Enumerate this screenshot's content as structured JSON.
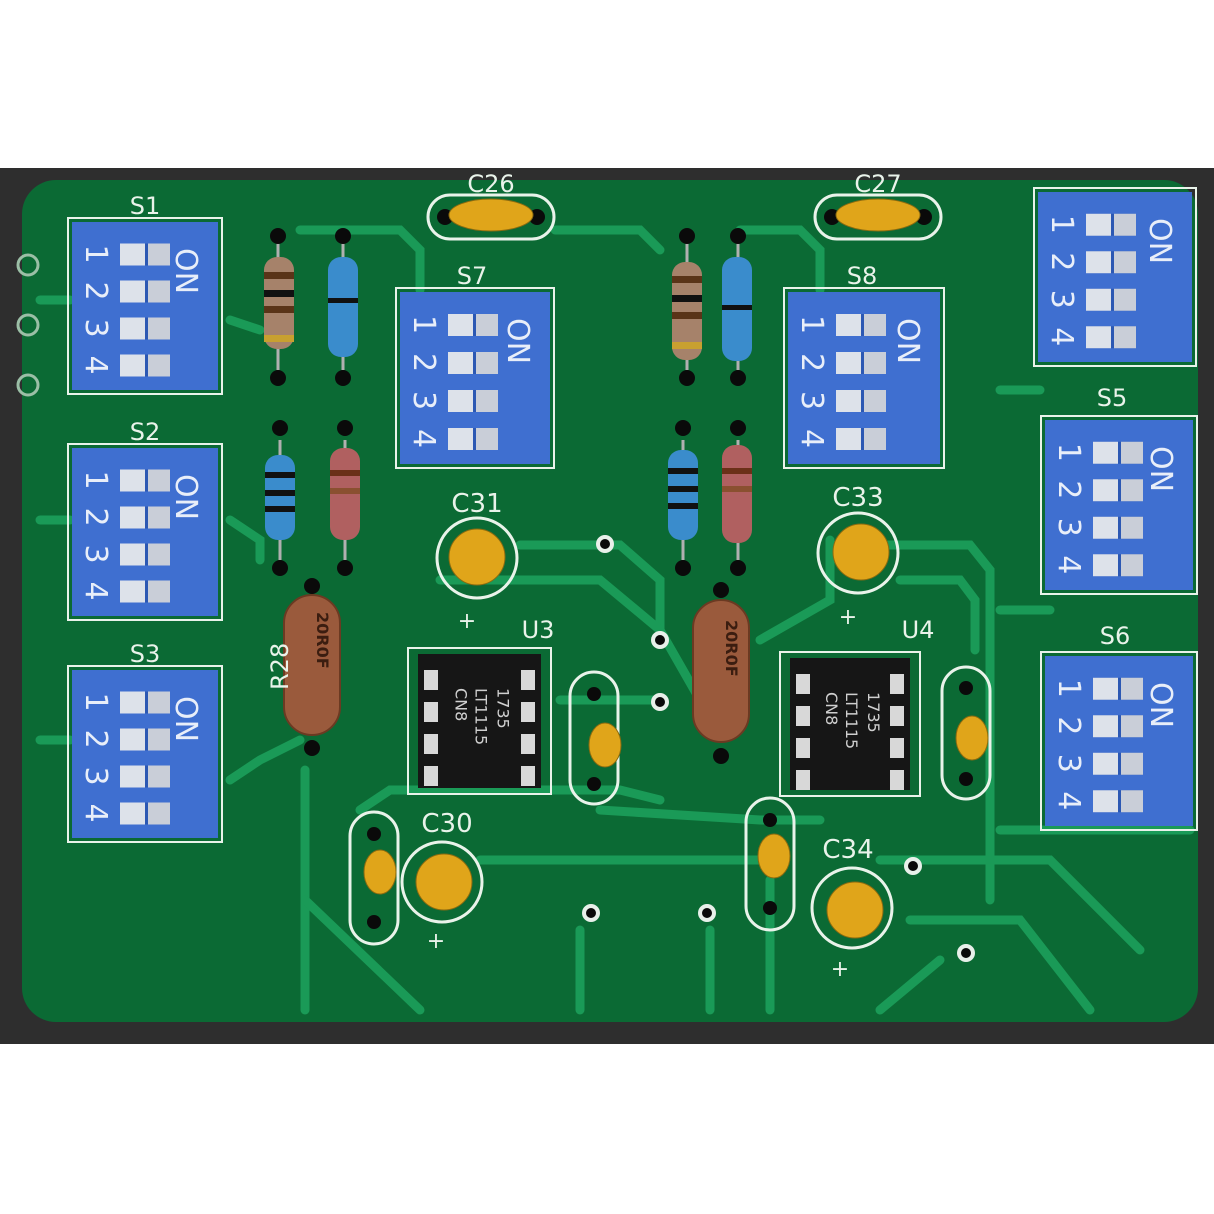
{
  "colors": {
    "enclosure": "#2e2e2e",
    "board": "#0b6a34",
    "trace": "#1a9a57",
    "dip_body": "#3f6fd0",
    "dip_toggle": "#dde2ea",
    "capacitor": "#e0a51a",
    "chip": "#161616",
    "resistor_brown": "#9a5a3c"
  },
  "switches": [
    {
      "ref": "S1",
      "on": "ON",
      "positions": [
        "1",
        "2",
        "3",
        "4"
      ]
    },
    {
      "ref": "S2",
      "on": "ON",
      "positions": [
        "1",
        "2",
        "3",
        "4"
      ]
    },
    {
      "ref": "S3",
      "on": "ON",
      "positions": [
        "1",
        "2",
        "3",
        "4"
      ]
    },
    {
      "ref": "S7",
      "on": "ON",
      "positions": [
        "1",
        "2",
        "3",
        "4"
      ]
    },
    {
      "ref": "S8",
      "on": "ON",
      "positions": [
        "1",
        "2",
        "3",
        "4"
      ]
    },
    {
      "ref": "S5",
      "on": "ON",
      "positions": [
        "1",
        "2",
        "3",
        "4"
      ]
    },
    {
      "ref": "S6",
      "on": "ON",
      "positions": [
        "1",
        "2",
        "3",
        "4"
      ]
    },
    {
      "ref": "",
      "on": "ON",
      "positions": [
        "1",
        "2",
        "3",
        "4"
      ]
    }
  ],
  "capacitors": {
    "c26": "C26",
    "c27": "C27",
    "c31": "C31",
    "c33": "C33",
    "c30": "C30",
    "c34": "C34",
    "plus": "+"
  },
  "chips": [
    {
      "ref": "U3",
      "line1": "LT1115",
      "line2": "CN8",
      "line3": "1735"
    },
    {
      "ref": "U4",
      "line1": "LT1115",
      "line2": "CN8",
      "line3": "1735"
    }
  ],
  "resistors": {
    "r28": "R28",
    "r28_marking": "20R0F",
    "second_marking": "20R0F"
  }
}
